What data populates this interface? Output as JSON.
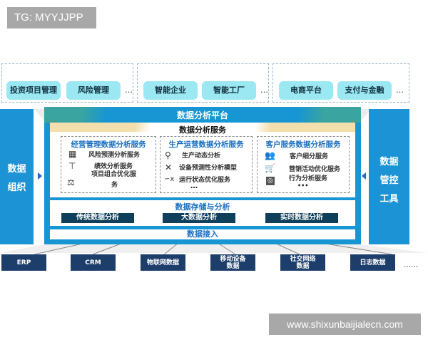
{
  "watermarks": {
    "top": "TG: MYYJJPP",
    "bottom": "www.shixunbaijialecn.com"
  },
  "applications": {
    "groups": [
      {
        "items": [
          "投资项目管理",
          "风险管理"
        ],
        "more": "…"
      },
      {
        "items": [
          "智能企业",
          "智能工厂"
        ],
        "more": "…"
      },
      {
        "items": [
          "电商平台",
          "支付与金融"
        ],
        "more": "…"
      }
    ]
  },
  "left_pillar": {
    "line1": "数据",
    "line2": "组织"
  },
  "right_pillar": {
    "line1": "数据",
    "line2": "管控",
    "line3": "工具"
  },
  "platform": {
    "title": "数据分析平台",
    "services": {
      "title": "数据分析服务",
      "boxes": [
        {
          "title": "经营管理数据分析服务",
          "icons": [
            "building-chart-icon",
            "faucet-icon",
            "scale-icon"
          ],
          "items": [
            "风险预测分析服务",
            "绩效分析服务",
            "项目组合优化服",
            "务"
          ]
        },
        {
          "title": "生产运营数据分析服务",
          "icons": [
            "magnifier-icon",
            "tools-icon",
            "route-icon"
          ],
          "items": [
            "生产动态分析",
            "设备预测性分析模型",
            "运行状态优化服务"
          ],
          "more": "…"
        },
        {
          "title": "客户服务数据分析服务",
          "icons": [
            "people-icon",
            "cart-icon",
            "cash-icon"
          ],
          "items": [
            "客户细分服务",
            "营销活动优化服务",
            "行为分析服务"
          ],
          "more": "•••"
        }
      ]
    },
    "storage": {
      "title": "数据存储与分析",
      "items": [
        "传统数据分析",
        "大数据分析",
        "实时数据分析"
      ]
    },
    "access": {
      "title": "数据接入"
    }
  },
  "sources": {
    "items": [
      "ERP",
      "CRM",
      "物联网数据",
      "移动设备\n数据",
      "社交网络\n数据",
      "日志数据"
    ],
    "more": "……"
  },
  "colors": {
    "primary_blue": "#1796d3",
    "teal": "#3aa4a0",
    "cream": "#f3dfae",
    "dark_navy": "#1d3d6a",
    "storage_dark": "#0f3f5a",
    "app_cyan": "#9be8f2",
    "title_blue": "#1a6fc0"
  }
}
